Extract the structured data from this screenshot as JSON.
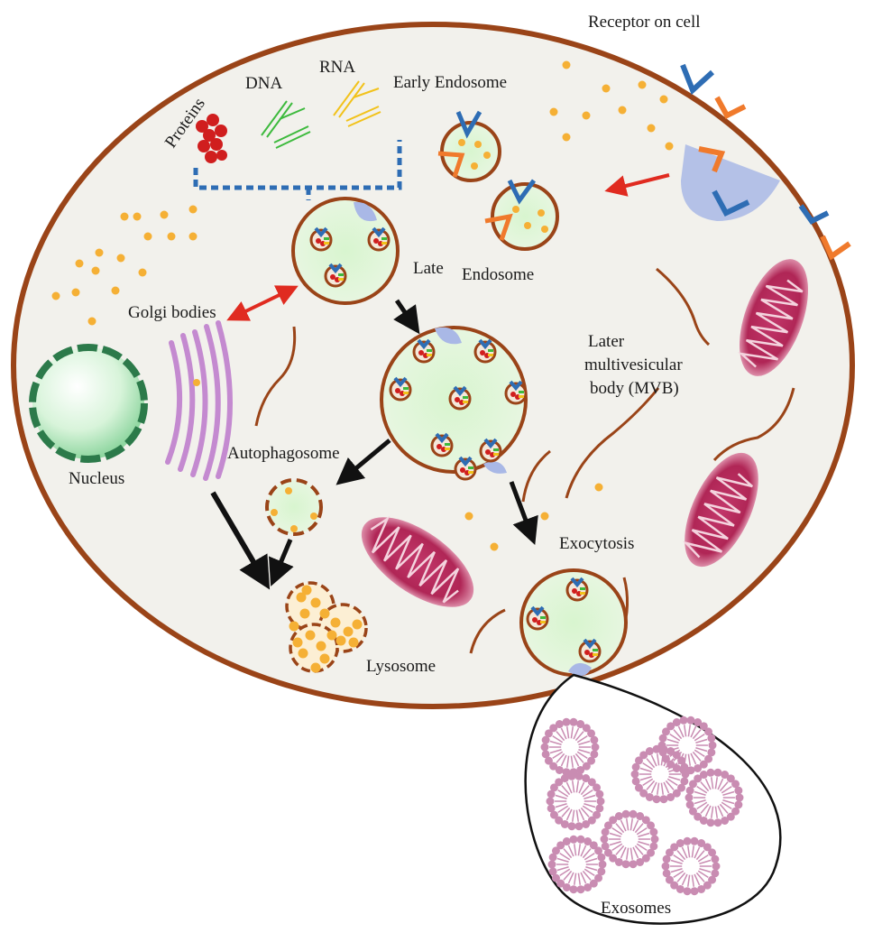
{
  "labels": {
    "receptor": "Receptor on cell",
    "proteins": "Proteins",
    "dna": "DNA",
    "rna": "RNA",
    "early_endosome": "Early Endosome",
    "late": "Late",
    "endosome": "Endosome",
    "golgi": "Golgi bodies",
    "mvb_line1": "Later",
    "mvb_line2": "multivesicular",
    "mvb_line3": "body (MVB)",
    "autophagosome": "Autophagosome",
    "nucleus": "Nucleus",
    "exocytosis": "Exocytosis",
    "lysosome": "Lysosome",
    "exosomes": "Exosomes"
  },
  "colors": {
    "membrane": "#9a4418",
    "cytoplasm": "#f2f1ec",
    "vesicle_fill": "#dff2d8",
    "cargo_dot": "#f5b035",
    "receptor_blue": "#2e6db4",
    "receptor_orange": "#f07a2c",
    "dna_green": "#3dba3d",
    "rna_yellow": "#f2c21a",
    "protein_red": "#d01e1e",
    "dashed_blue": "#2e6db4",
    "red_arrow": "#e02b20",
    "mitochondria": "#b8285a",
    "golgi": "#c48ad0",
    "nucleus_green": "#2c7a4a",
    "exosome": "#c98cb2",
    "pocket_blue": "#a9b8e6"
  }
}
